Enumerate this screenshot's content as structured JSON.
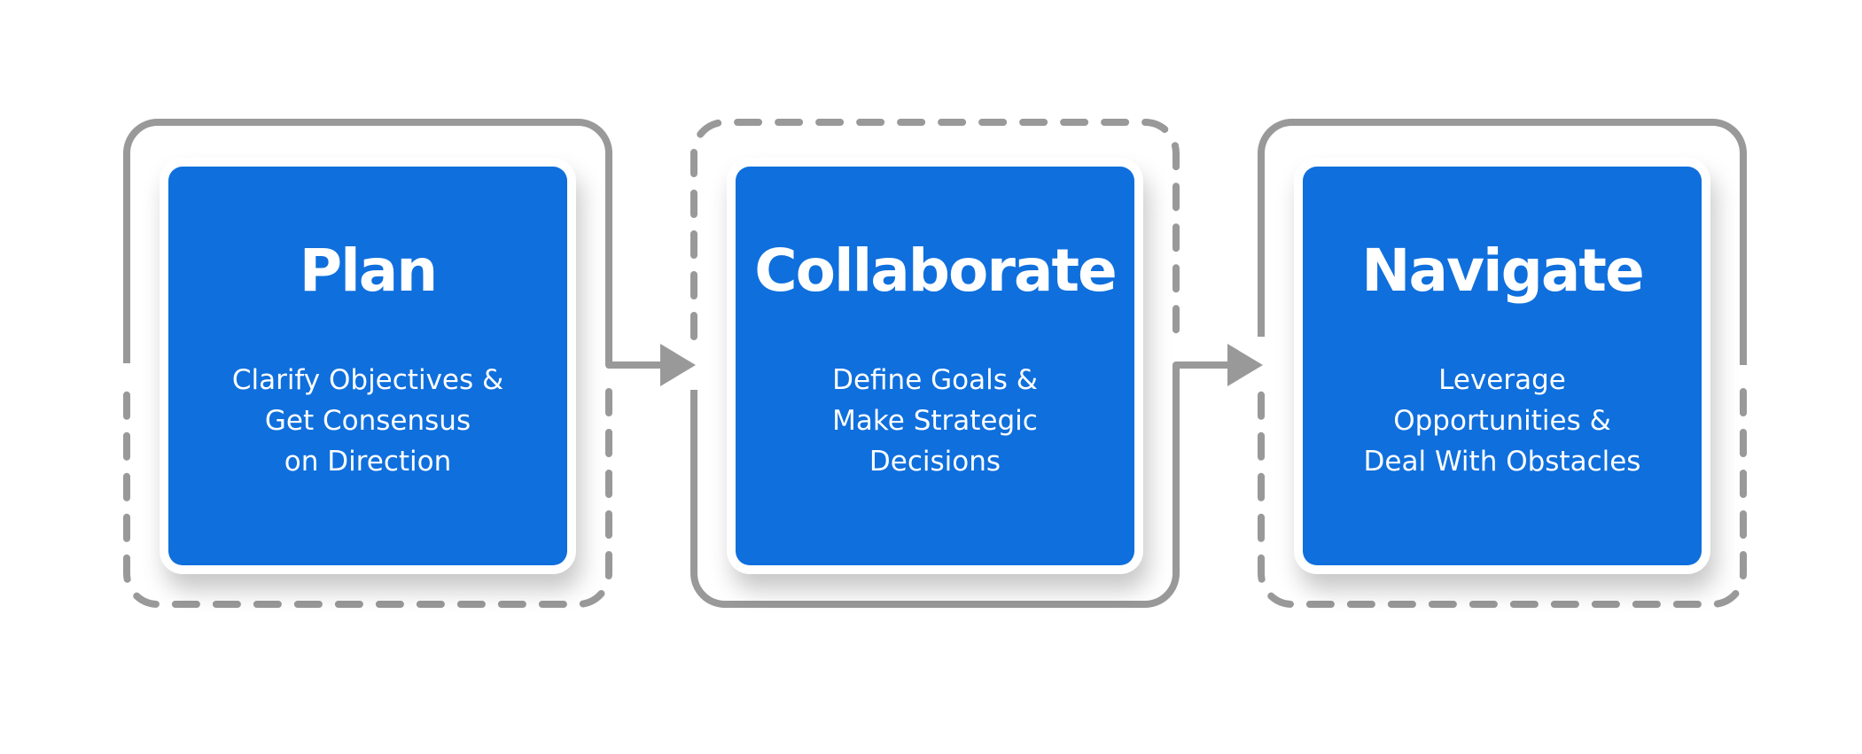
{
  "colors": {
    "box_fill": "#0f6fdd",
    "card_background": "#ffffff",
    "connector_gray": "#999999",
    "text": "#ffffff"
  },
  "steps": [
    {
      "title": "Plan",
      "lines": [
        "Clarify Objectives &",
        "Get Consensus",
        "on Direction"
      ]
    },
    {
      "title": "Collaborate",
      "lines": [
        "Define Goals &",
        "Make Strategic",
        "Decisions"
      ]
    },
    {
      "title": "Navigate",
      "lines": [
        "Leverage",
        "Opportunities &",
        "Deal With Obstacles"
      ]
    }
  ]
}
